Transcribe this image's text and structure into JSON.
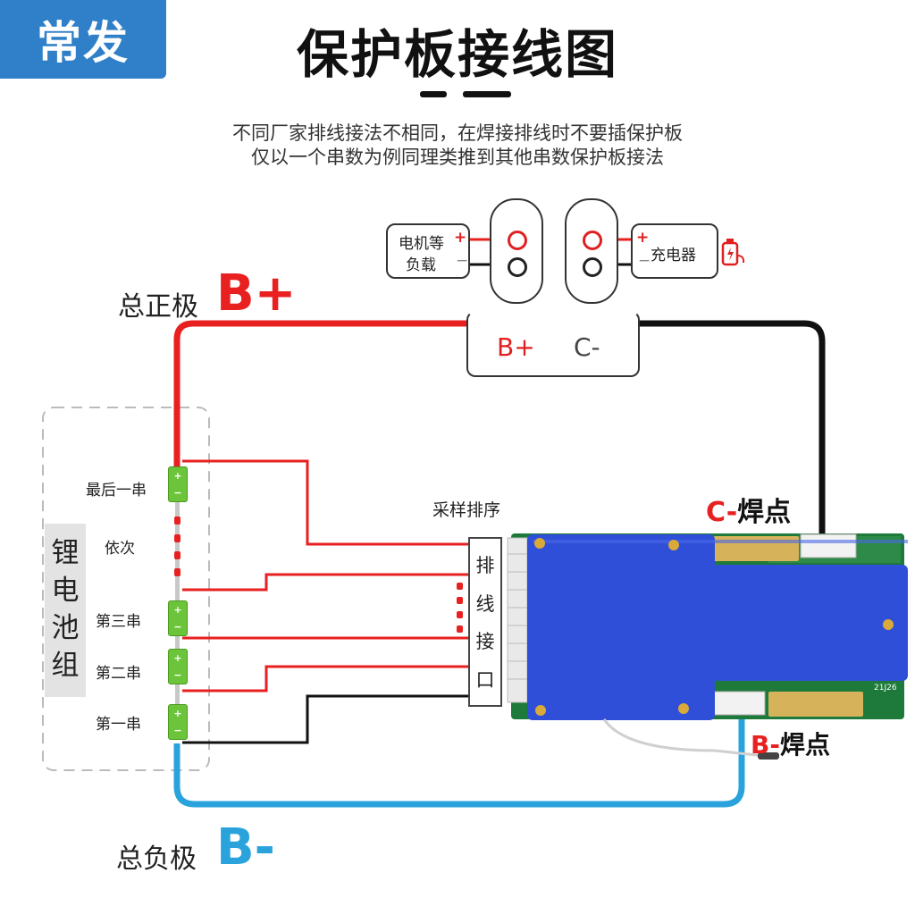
{
  "brand": "常发",
  "title": "保护板接线图",
  "subtitle_line1": "不同厂家排线接法不相同，在焊接排线时不要插保护板",
  "subtitle_line2": "仅以一个串数为例同理类推到其他串数保护板接法",
  "load_label_line1": "电机等",
  "load_label_line2": "负载",
  "charger_label": "充电器",
  "plus_sign": "+",
  "minus_sign": "−",
  "terminal_b_plus": "B+",
  "terminal_c_minus": "C-",
  "total_positive_label": "总正极",
  "total_positive_big": "B+",
  "total_negative_label": "总负极",
  "total_negative_big": "B-",
  "sampling_label": "采样排序",
  "c_minus_point_prefix": "C-",
  "c_minus_point_suffix": "焊点",
  "b_minus_point_prefix": "B-",
  "b_minus_point_suffix": "焊点",
  "pack_label": [
    "锂",
    "电",
    "池",
    "组"
  ],
  "cells": {
    "last": "最后一串",
    "sequence": "依次",
    "third": "第三串",
    "second": "第二串",
    "first": "第一串"
  },
  "connector_label": [
    "排",
    "线",
    "接",
    "口"
  ],
  "pcb_marking": "21J26",
  "colors": {
    "positive_wire": "#e82020",
    "negative_wire": "#111111",
    "b_minus_wire": "#2aa3dc",
    "brand_bg": "#2f80c8",
    "board_blue": "#2f4fd8",
    "cell_green": "#6cc43a"
  }
}
